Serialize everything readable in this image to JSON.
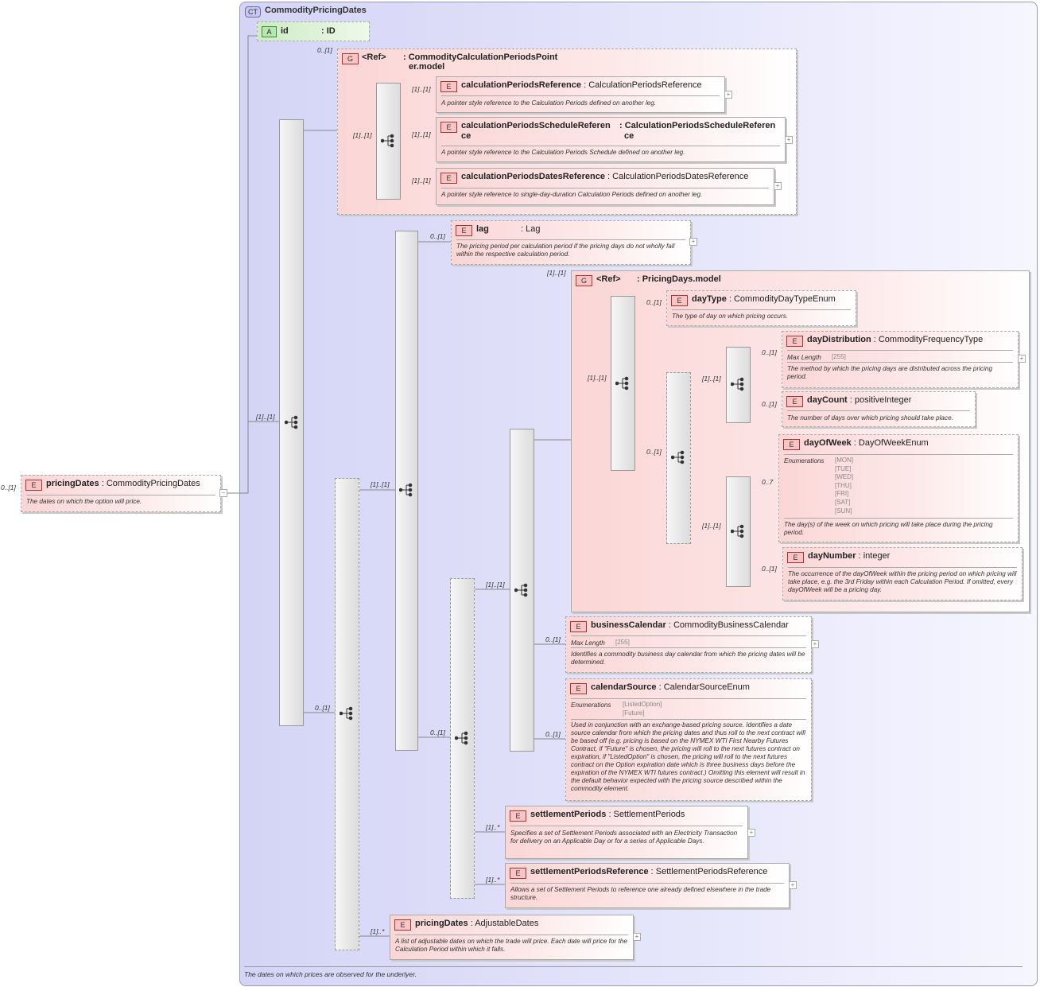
{
  "complex_type": {
    "badge": "CT",
    "name": "CommodityPricingDates",
    "doc": "The dates on which prices are observed for the underlyer."
  },
  "attribute": {
    "badge": "A",
    "name": "id",
    "type": ": ID"
  },
  "root": {
    "badge": "E",
    "name": "pricingDates",
    "type": ": CommodityPricingDates",
    "doc": "The dates on which the option will price.",
    "cardinality": "0..[1]"
  },
  "group_calc": {
    "badge": "G",
    "ref": "<Ref>",
    "name_line1": ": CommodityCalculationPeriodsPoint",
    "name_line2": "er.model",
    "cardinality": "0..[1]"
  },
  "group_pricing": {
    "badge": "G",
    "ref": "<Ref>",
    "name": ": PricingDays.model",
    "cardinality": "[1]..[1]"
  },
  "elements": {
    "calcRef": {
      "badge": "E",
      "name": "calculationPeriodsReference",
      "type": ": CalculationPeriodsReference",
      "doc": "A pointer style reference to the Calculation Periods defined on another leg.",
      "cardinality": "[1]..[1]"
    },
    "calcSched": {
      "badge": "E",
      "name_line1": "calculationPeriodsScheduleReferen",
      "name_line2": "ce",
      "type_line1": ": CalculationPeriodsScheduleReferen",
      "type_line2": "ce",
      "doc": "A pointer style reference to the Calculation Periods Schedule defined on another leg.",
      "cardinality": "[1]..[1]"
    },
    "calcDates": {
      "badge": "E",
      "name": "calculationPeriodsDatesReference",
      "type": ": CalculationPeriodsDatesReference",
      "doc": "A pointer style reference to single-day-duration Calculation Periods defined on another leg.",
      "cardinality": "[1]..[1]"
    },
    "lag": {
      "badge": "E",
      "name": "lag",
      "type": ": Lag",
      "doc": "The pricing period per calculation period if the pricing days do not wholly fall within the respective calculation period.",
      "cardinality": "0..[1]"
    },
    "dayType": {
      "badge": "E",
      "name": "dayType",
      "type": ": CommodityDayTypeEnum",
      "doc": "The type of day on which pricing occurs.",
      "cardinality": "0..[1]"
    },
    "dayDistribution": {
      "badge": "E",
      "name": "dayDistribution",
      "type": ": CommodityFrequencyType",
      "facet_label": "Max Length",
      "facet_value": "[255]",
      "doc": "The method by which the pricing days are distributed across the pricing period.",
      "cardinality": "0..[1]"
    },
    "dayCount": {
      "badge": "E",
      "name": "dayCount",
      "type": ": positiveInteger",
      "doc": "The number of days over which pricing should take place.",
      "cardinality": "0..[1]"
    },
    "dayOfWeek": {
      "badge": "E",
      "name": "dayOfWeek",
      "type": ": DayOfWeekEnum",
      "facet_label": "Enumerations",
      "enums": [
        "[MON]",
        "[TUE]",
        "[WED]",
        "[THU]",
        "[FRI]",
        "[SAT]",
        "[SUN]"
      ],
      "doc": "The day(s) of the week on which pricing will take place during the pricing period.",
      "cardinality": "0..7"
    },
    "dayNumber": {
      "badge": "E",
      "name": "dayNumber",
      "type": ": integer",
      "doc": "The occurrence of the dayOfWeek within the pricing period on which pricing will take place, e.g. the 3rd Friday within each Calculation Period. If omitted, every dayOfWeek will be a pricing day.",
      "cardinality": "0..[1]"
    },
    "businessCalendar": {
      "badge": "E",
      "name": "businessCalendar",
      "type": ": CommodityBusinessCalendar",
      "facet_label": "Max Length",
      "facet_value": "[255]",
      "doc": "Identifies a commodity business day calendar from which the pricing dates will be determined.",
      "cardinality": "0..[1]"
    },
    "calendarSource": {
      "badge": "E",
      "name": "calendarSource",
      "type": ": CalendarSourceEnum",
      "facet_label": "Enumerations",
      "enums": [
        "[ListedOption]",
        "[Future]"
      ],
      "doc": "Used in conjunction with an exchange-based pricing source. Identifies a date source calendar from which the pricing dates and thus roll to the next contract will be based off (e.g. pricing is based on the NYMEX WTI First Nearby Futures Contract, if \"Future\" is chosen, the pricing will roll to the next futures contract on expiration, if \"ListedOption\" is chosen, the pricing will roll to the next futures contract on the Option expiration date which is three business days before the expiration of the NYMEX WTI futures contract.) Omitting this element will result in the default behavior expected with the pricing source described within the commodity element.",
      "cardinality": "0..[1]"
    },
    "settlementPeriods": {
      "badge": "E",
      "name": "settlementPeriods",
      "type": ": SettlementPeriods",
      "doc": "Specifies a set of Settlement Periods associated with an Electricity Transaction for delivery on an Applicable Day or for a series of Applicable Days.",
      "cardinality": "[1]..*"
    },
    "settlementPeriodsReference": {
      "badge": "E",
      "name": "settlementPeriodsReference",
      "type": ": SettlementPeriodsReference",
      "doc": "Allows a set of Settlement Periods to reference one already defined elsewhere in the trade structure.",
      "cardinality": "[1]..*"
    },
    "pricingDatesAdj": {
      "badge": "E",
      "name": "pricingDates",
      "type": ": AdjustableDates",
      "doc": "A list of adjustable dates on which the trade will price. Each date will price for the Calculation Period within which it falls.",
      "cardinality": "[1]..*"
    }
  },
  "compositor_cardinalities": {
    "main_seq": "[1]..[1]",
    "calc_choice": "[1]..[1]",
    "outer_choice": "0..[1]",
    "pricing_seq": "[1]..[1]",
    "inner_choice": "0..[1]",
    "pricing_inner_seq": "[1]..[1]",
    "day_seq1": "[1]..[1]",
    "day_choice": "0..[1]",
    "day_seq2": "[1]..[1]"
  },
  "plus_symbol": "+",
  "minus_symbol": "−",
  "colors": {
    "ct_bg": "#dcdcf8",
    "element_bg": "#fbd6d6",
    "attribute_bg": "#cdebc4",
    "compositor": "#e0e0e0"
  }
}
